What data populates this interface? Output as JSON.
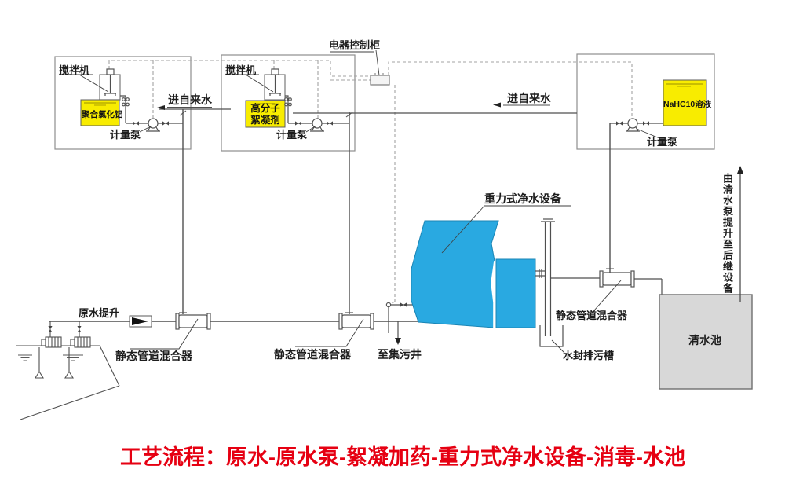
{
  "colors": {
    "chemical_tank_yellow": "#f8ec00",
    "gravity_equipment_blue": "#29a9e1",
    "clean_tank_gray": "#d8d8d8",
    "pipe_line": "#4f4f4f",
    "caption_red": "#e60012"
  },
  "stations": {
    "pac": {
      "mixer_label": "搅拌机",
      "tank_label": "聚合氯化铝",
      "pump_label": "计量泵",
      "water_inlet_label": "进自来水"
    },
    "polymer": {
      "mixer_label": "搅拌机",
      "tank_label_line1": "高分子",
      "tank_label_line2": "絮凝剂",
      "pump_label": "计量泵"
    },
    "disinfect": {
      "tank_label": "NaHC10溶液",
      "pump_label": "计量泵",
      "water_inlet_label": "进自来水"
    }
  },
  "control_cabinet_label": "电器控制柜",
  "equipment": {
    "gravity_purifier_label": "重力式净水设备",
    "raw_water_lift_label": "原水提升",
    "static_mixer_1_label": "静态管道混合器",
    "static_mixer_2_label": "静态管道混合器",
    "static_mixer_3_label": "静态管道混合器",
    "to_sewage_well_label": "至集污井",
    "water_seal_trough_label": "水封排污槽",
    "clean_water_tank_label": "清水池",
    "to_next_equipment_label": "由清水泵提升至后继设备"
  },
  "caption": "工艺流程：原水-原水泵-絮凝加药-重力式净水设备-消毒-水池"
}
